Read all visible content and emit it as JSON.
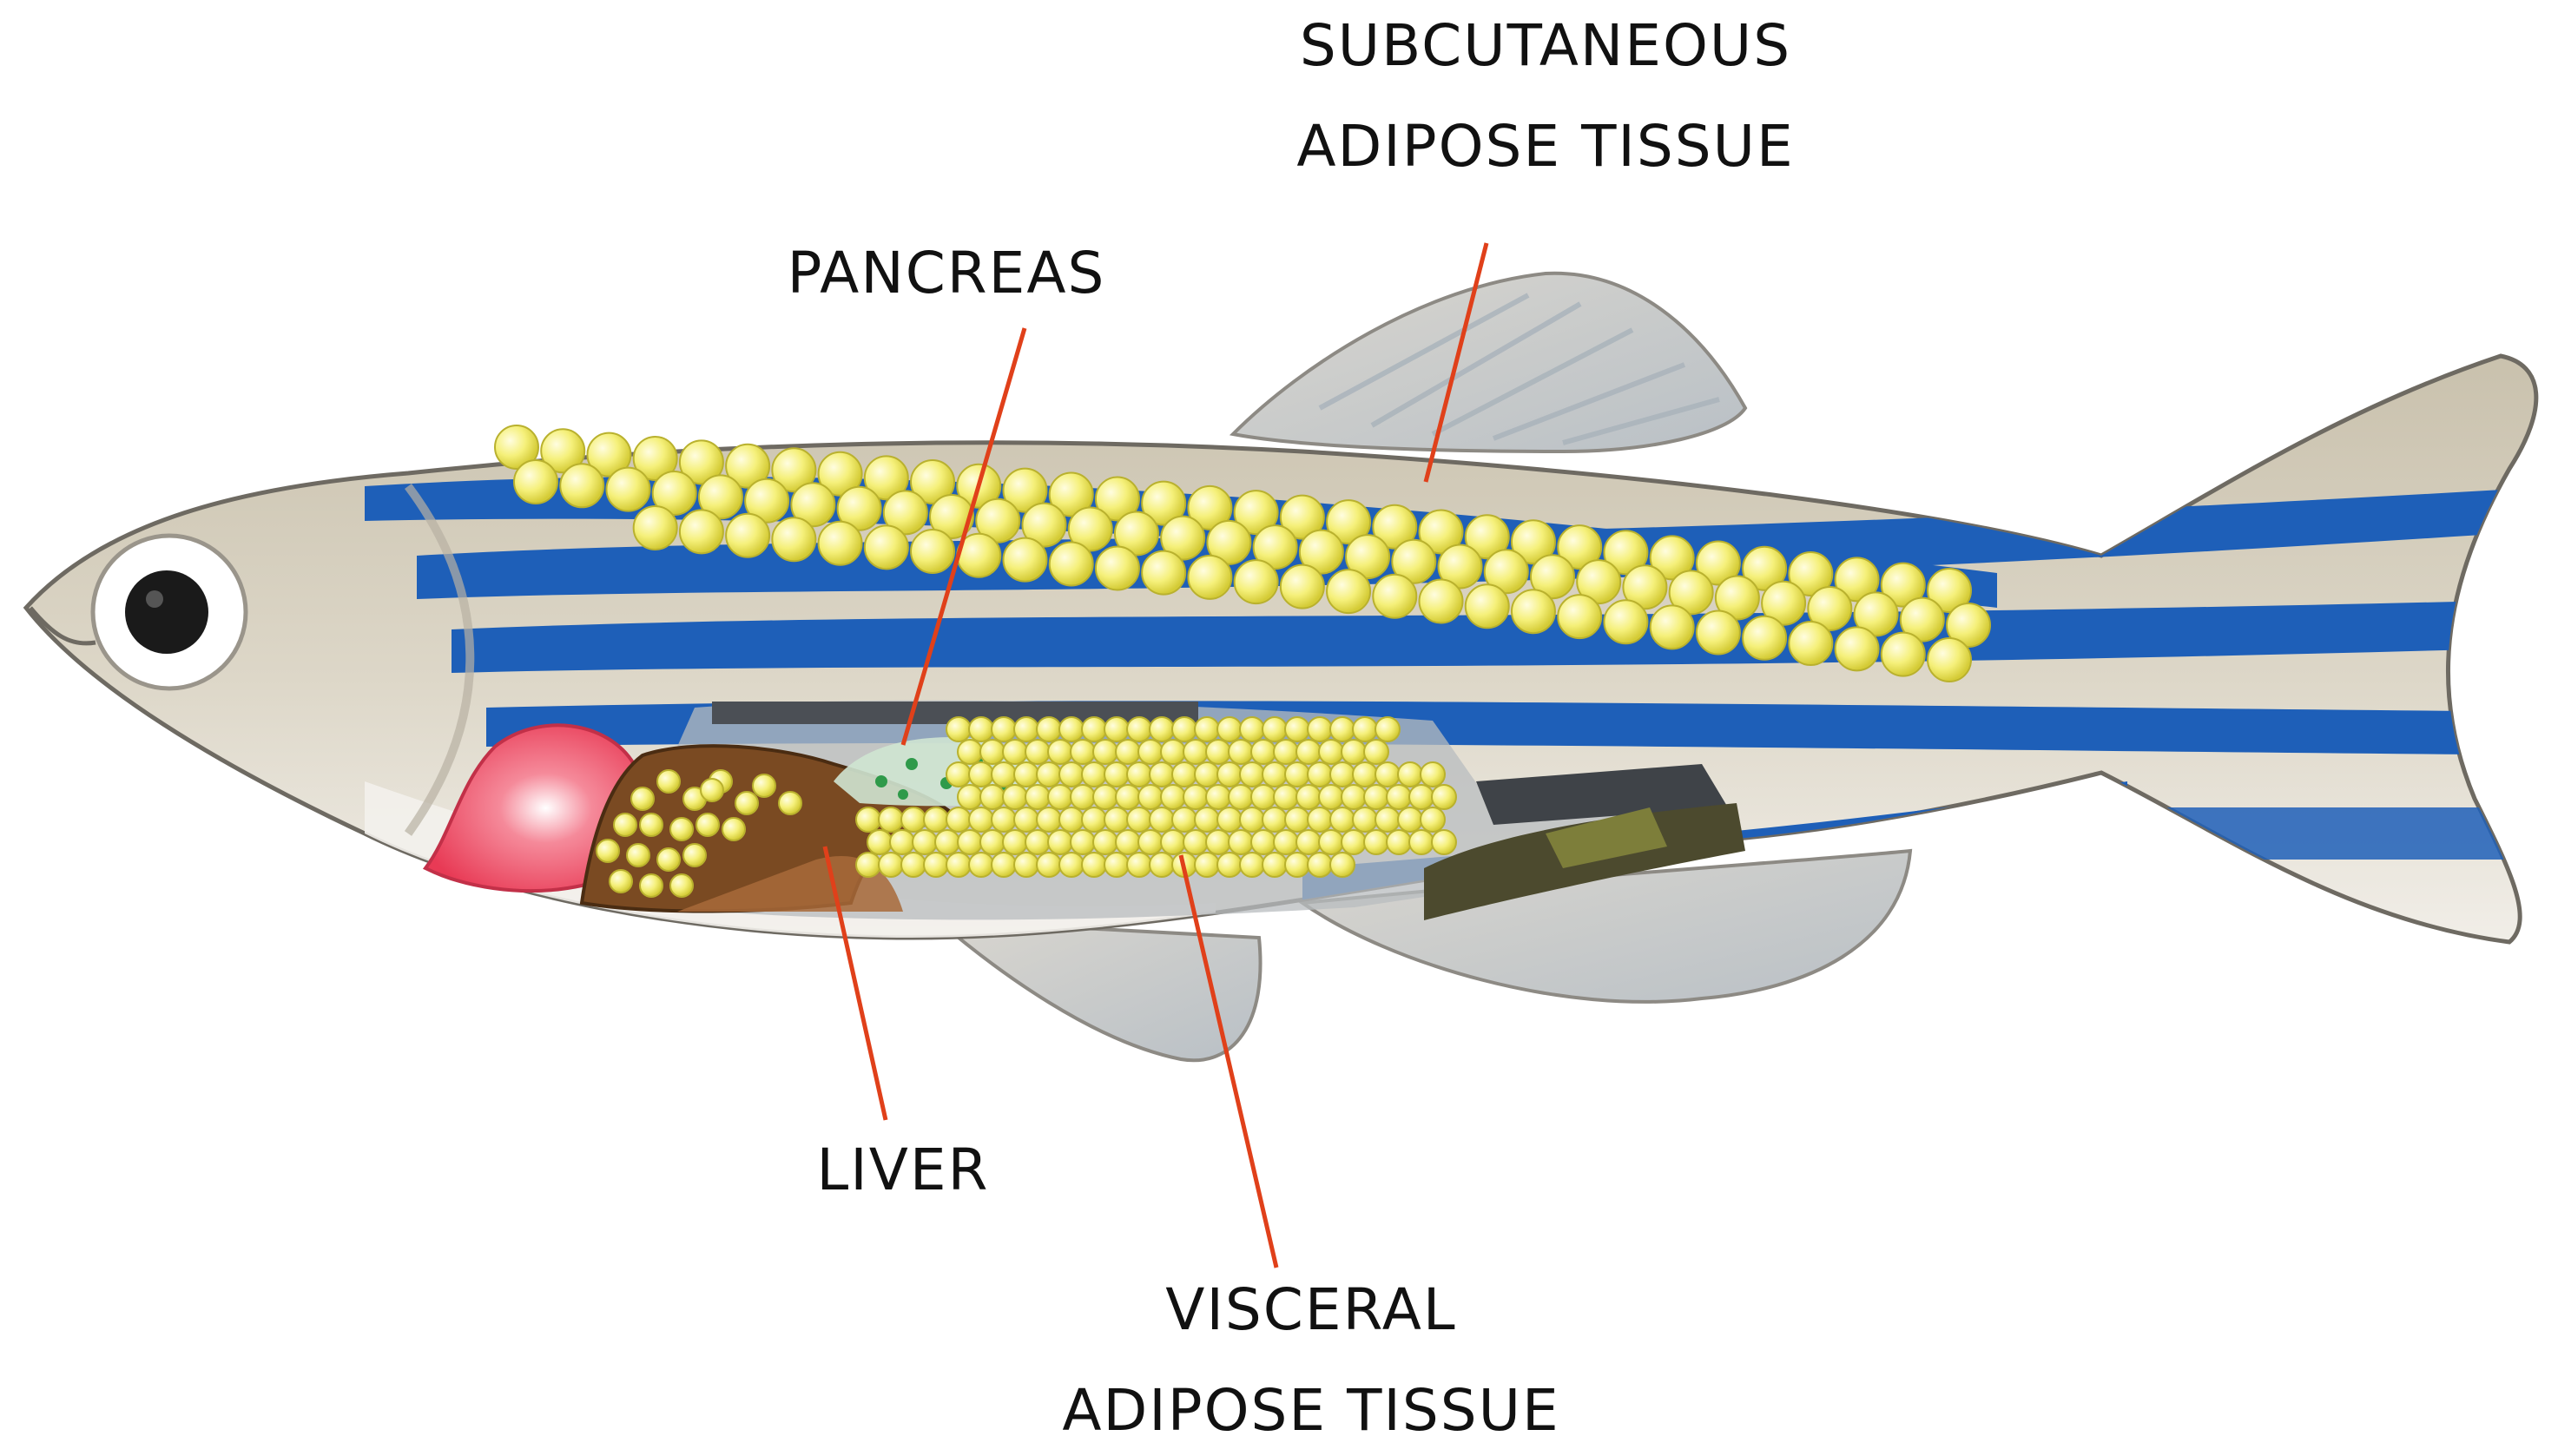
{
  "labels": {
    "subcutaneous_line1": "SUBCUTANEOUS",
    "subcutaneous_line2": "ADIPOSE TISSUE",
    "pancreas": "PANCREAS",
    "liver": "LIVER",
    "visceral_line1": "VISCERAL",
    "visceral_line2": "ADIPOSE TISSUE"
  },
  "colors": {
    "body": "#d6cfbf",
    "belly": "#ece9e2",
    "stripe_blue": "#1e5fb8",
    "stripe_light": "#e8e3d6",
    "fat_yellow": "#f5f07a",
    "fat_edge": "#c9c238",
    "liver_brown": "#7a4a22",
    "heart_red": "#f0566b",
    "leader_line": "#e0401a"
  }
}
